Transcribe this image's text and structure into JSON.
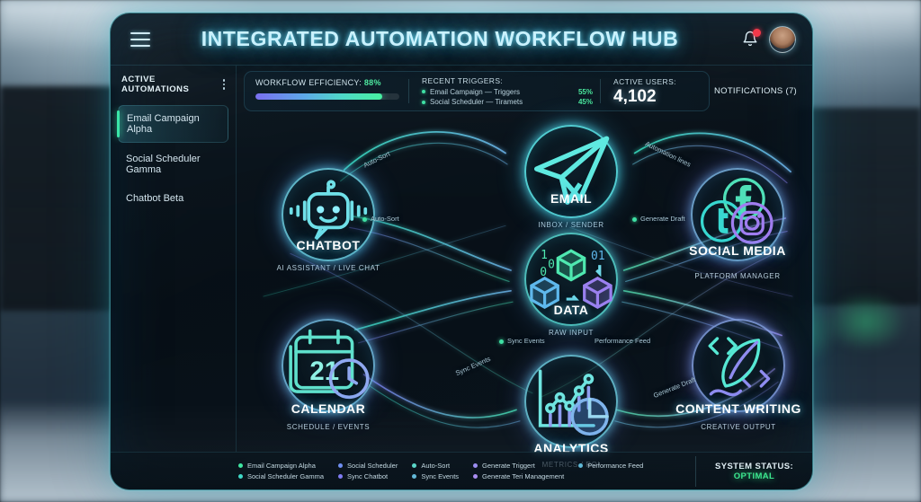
{
  "header": {
    "title": "INTEGRATED AUTOMATION WORKFLOW HUB",
    "menu_icon": "hamburger-icon",
    "bell_icon": "notification-bell-icon",
    "avatar": "user-avatar"
  },
  "sidebar": {
    "heading": "ACTIVE AUTOMATIONS",
    "menu_icon": "kebab-menu-icon",
    "items": [
      {
        "label": "Email Campaign Alpha",
        "active": true
      },
      {
        "label": "Social Scheduler Gamma",
        "active": false
      },
      {
        "label": "Chatbot Beta",
        "active": false
      }
    ]
  },
  "stats": {
    "efficiency": {
      "label": "WORKFLOW EFFICIENCY:",
      "value": "88%",
      "percent": 88
    },
    "triggers": {
      "heading": "RECENT TRIGGERS:",
      "rows": [
        {
          "name": "Email Campaign — Triggers",
          "pct": "55%"
        },
        {
          "name": "Social Scheduler — Tiramets",
          "pct": "45%"
        }
      ]
    },
    "users": {
      "heading": "ACTIVE USERS:",
      "value": "4,102"
    },
    "notifications": {
      "label": "NOTIFICATIONS (7)"
    }
  },
  "graph": {
    "nodes": [
      {
        "id": "email",
        "name": "EMAIL",
        "sub": "INBOX / SENDER",
        "icon": "paper-plane-icon"
      },
      {
        "id": "chatbot",
        "name": "CHATBOT",
        "sub": "AI ASSISTANT / LIVE CHAT",
        "icon": "robot-icon"
      },
      {
        "id": "social",
        "name": "SOCIAL MEDIA",
        "sub": "PLATFORM MANAGER",
        "icon": "social-platforms-icon"
      },
      {
        "id": "data",
        "name": "DATA",
        "sub": "RAW INPUT",
        "icon": "data-cubes-icon"
      },
      {
        "id": "calendar",
        "name": "CALENDAR",
        "sub": "SCHEDULE / EVENTS",
        "icon": "calendar-clock-icon"
      },
      {
        "id": "content",
        "name": "CONTENT WRITING",
        "sub": "CREATIVE OUTPUT",
        "icon": "quill-code-icon"
      },
      {
        "id": "analytics",
        "name": "ANALYTICS",
        "sub": "METRICS / ROI",
        "icon": "chart-pie-icon"
      }
    ],
    "edge_labels": [
      {
        "text": "Auto-Sort",
        "dot": false,
        "color": "#4de3b0"
      },
      {
        "text": "Automation lines",
        "dot": false,
        "color": "#4de3b0"
      },
      {
        "text": "Auto-Sort",
        "dot": true,
        "color": "#3fe0a4"
      },
      {
        "text": "Generate Draft",
        "dot": true,
        "color": "#3fe0a4"
      },
      {
        "text": "Sync Events",
        "dot": true,
        "color": "#3fe0a4"
      },
      {
        "text": "Performance Feed",
        "dot": false,
        "color": "#9fbfd0"
      },
      {
        "text": "Sync Events",
        "dot": false,
        "color": "#4de3b0"
      },
      {
        "text": "Generate Draft",
        "dot": false,
        "color": "#9b8df0"
      }
    ],
    "calendar_day": "21"
  },
  "footer": {
    "legend": [
      [
        {
          "text": "Email Campaign Alpha",
          "color": "#3fe6a2"
        },
        {
          "text": "Social Scheduler Gamma",
          "color": "#3fd8c6"
        }
      ],
      [
        {
          "text": "Social Scheduler",
          "color": "#6f8ef0"
        },
        {
          "text": "Sync Chatbot",
          "color": "#7f7cf2"
        }
      ],
      [
        {
          "text": "Auto-Sort",
          "color": "#5ad6c8"
        },
        {
          "text": "Sync Events",
          "color": "#63b9d8"
        }
      ],
      [
        {
          "text": "Generate Triggert",
          "color": "#9b8df0"
        },
        {
          "text": "Generate Teri Management",
          "color": "#a98cf0"
        }
      ],
      [
        {
          "text": "Performance Feed",
          "color": "#5fb8d6"
        }
      ]
    ],
    "status": {
      "label": "SYSTEM STATUS:",
      "value": "OPTIMAL"
    }
  }
}
